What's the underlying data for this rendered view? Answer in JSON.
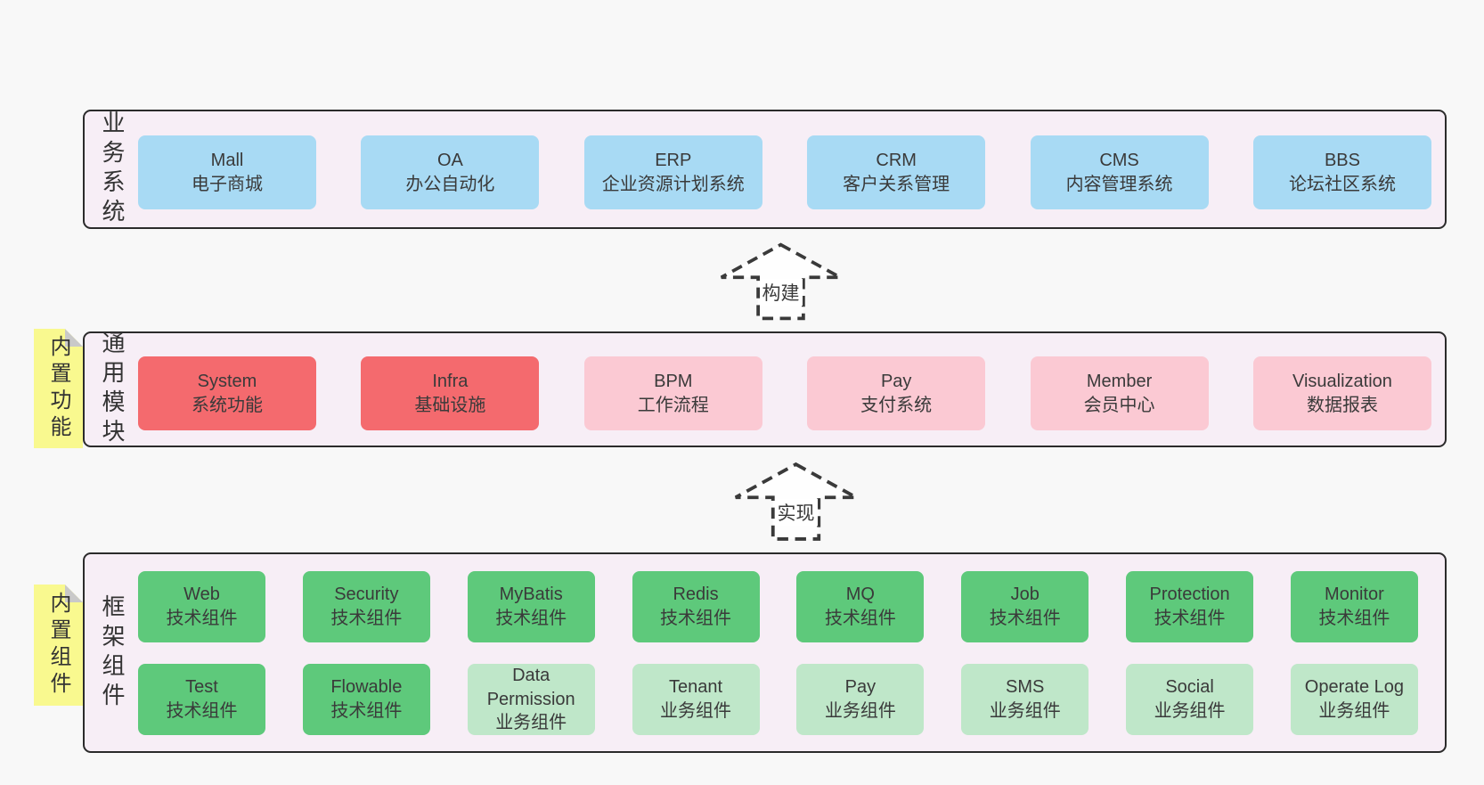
{
  "colors": {
    "page_bg": "#f8f8f8",
    "band_fill": "#f7eef6",
    "band_border": "#2b2b2b",
    "blue_box": "#a8daf4",
    "red_box": "#f46a6e",
    "pink_box": "#fbc9d3",
    "green_dark_box": "#5ec97b",
    "green_light_box": "#bfe7c9",
    "sticky_yellow": "#f9f98f",
    "sticky_fold": "#c9c9c9",
    "arrow_stroke": "#3a3a3a"
  },
  "arrows": [
    {
      "label": "构建"
    },
    {
      "label": "实现"
    }
  ],
  "bands": [
    {
      "label": "业务系统",
      "boxes": [
        {
          "en": "Mall",
          "zh": "电子商城"
        },
        {
          "en": "OA",
          "zh": "办公自动化"
        },
        {
          "en": "ERP",
          "zh": "企业资源计划系统"
        },
        {
          "en": "CRM",
          "zh": "客户关系管理"
        },
        {
          "en": "CMS",
          "zh": "内容管理系统"
        },
        {
          "en": "BBS",
          "zh": "论坛社区系统"
        }
      ]
    },
    {
      "label": "通用模块",
      "sticky": "内置功能",
      "boxes": [
        {
          "en": "System",
          "zh": "系统功能"
        },
        {
          "en": "Infra",
          "zh": "基础设施"
        },
        {
          "en": "BPM",
          "zh": "工作流程"
        },
        {
          "en": "Pay",
          "zh": "支付系统"
        },
        {
          "en": "Member",
          "zh": "会员中心"
        },
        {
          "en": "Visualization",
          "zh": "数据报表"
        }
      ]
    },
    {
      "label": "框架组件",
      "sticky": "内置组件",
      "rows": [
        [
          {
            "en": "Web",
            "zh": "技术组件"
          },
          {
            "en": "Security",
            "zh": "技术组件"
          },
          {
            "en": "MyBatis",
            "zh": "技术组件"
          },
          {
            "en": "Redis",
            "zh": "技术组件"
          },
          {
            "en": "MQ",
            "zh": "技术组件"
          },
          {
            "en": "Job",
            "zh": "技术组件"
          },
          {
            "en": "Protection",
            "zh": "技术组件"
          },
          {
            "en": "Monitor",
            "zh": "技术组件"
          }
        ],
        [
          {
            "en": "Test",
            "zh": "技术组件"
          },
          {
            "en": "Flowable",
            "zh": "技术组件"
          },
          {
            "en": "Data Permission",
            "zh": "业务组件"
          },
          {
            "en": "Tenant",
            "zh": "业务组件"
          },
          {
            "en": "Pay",
            "zh": "业务组件"
          },
          {
            "en": "SMS",
            "zh": "业务组件"
          },
          {
            "en": "Social",
            "zh": "业务组件"
          },
          {
            "en": "Operate Log",
            "zh": "业务组件"
          }
        ]
      ]
    }
  ]
}
